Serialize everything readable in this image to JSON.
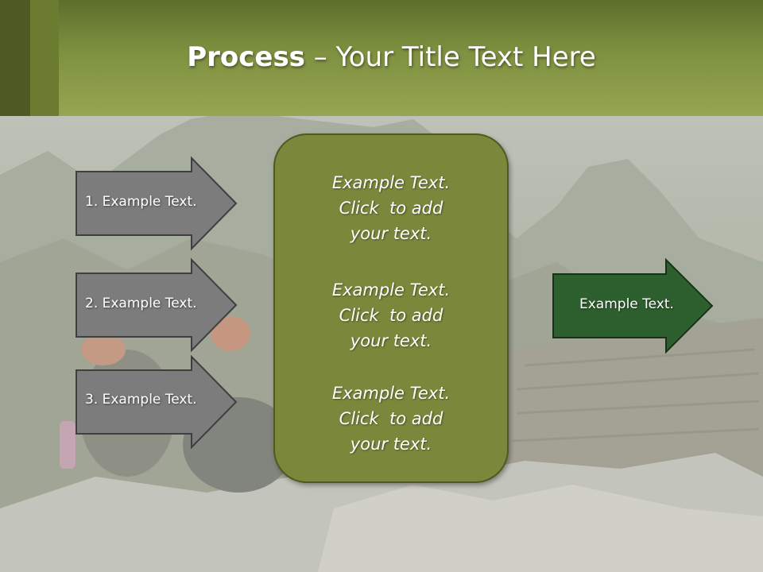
{
  "title": {
    "bold": "Process",
    "rest": " – Your Title Text Here"
  },
  "left_arrows": [
    {
      "label": "1. Example Text."
    },
    {
      "label": "2. Example Text."
    },
    {
      "label": "3. Example Text."
    }
  ],
  "panel_blocks": [
    {
      "line1": "Example Text.",
      "line2": "Click  to add",
      "line3": "your text."
    },
    {
      "line1": "Example Text.",
      "line2": "Click  to add",
      "line3": "your text."
    },
    {
      "line1": "Example Text.",
      "line2": "Click  to add",
      "line3": "your text."
    }
  ],
  "right_arrow": {
    "label": "Example Text."
  },
  "colors": {
    "header_green": "#7e9140",
    "left_arrow_fill": "#7c7c7c",
    "panel_fill": "#7b883c",
    "right_arrow_fill": "#2e5f2e"
  }
}
